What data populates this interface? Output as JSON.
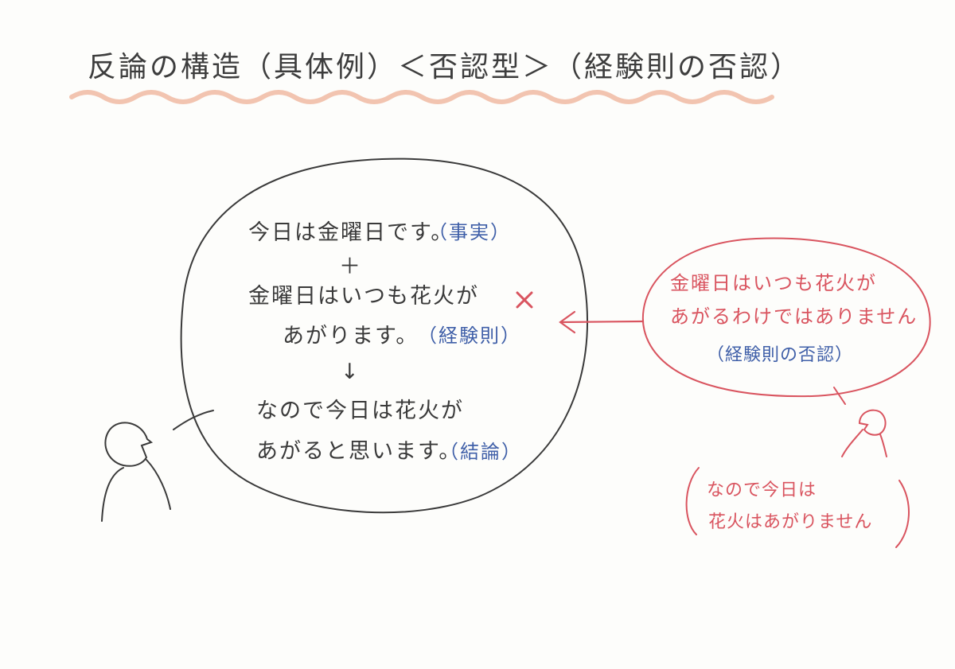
{
  "title": "反論の構造（具体例）＜否認型＞（経験則の否認）",
  "colors": {
    "ink": "#3a3a3a",
    "blue": "#3f5fa8",
    "red": "#d9545f",
    "underline": "#f2c4b0"
  },
  "left_argument": {
    "fact": "今日は金曜日です。",
    "fact_tag": "（事実）",
    "plus": "＋",
    "rule_line1": "金曜日はいつも花火が",
    "rule_line2": "あがります。",
    "rule_tag": "（経験則）",
    "arrow_down": "↓",
    "conclusion_line1": "なので今日は花火が",
    "conclusion_line2": "あがると思います。",
    "conclusion_tag": "（結論）"
  },
  "cross_mark": "×",
  "right_argument": {
    "line1": "金曜日はいつも花火が",
    "line2": "あがるわけではありません",
    "tag": "（経験則の否認）",
    "conclusion_line1": "なので今日は",
    "conclusion_line2": "花火はあがりません"
  }
}
